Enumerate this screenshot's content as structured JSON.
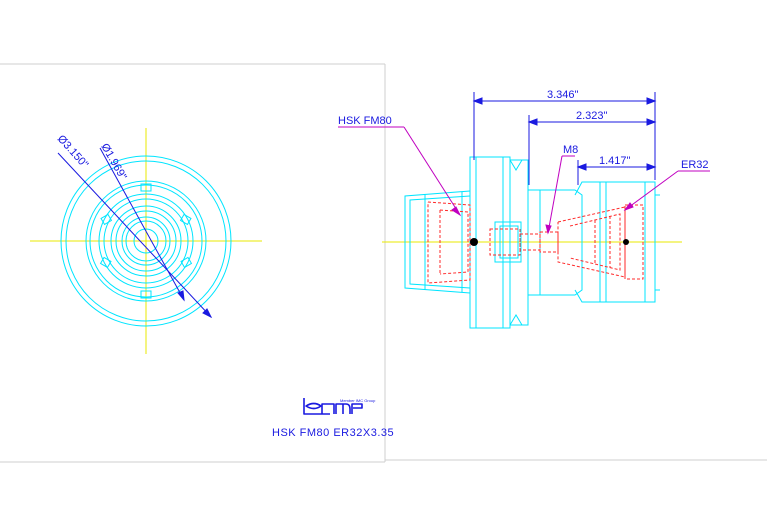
{
  "dimensions": {
    "front_outer_dia": "Ø3.150\"",
    "front_inner_dia": "Ø1.969\"",
    "overall_length": "3.346\"",
    "mid_length": "2.323\"",
    "nose_length": "1.417\""
  },
  "labels": {
    "hsk": "HSK  FM80",
    "m8": "M8",
    "er32": "ER32"
  },
  "title_block": {
    "logo_text": "iscar",
    "logo_sub": "Member IMC Group",
    "part_name": "HSK  FM80  ER32X3.35"
  },
  "colors": {
    "outline": "#00e5ff",
    "hidden": "#ff2a2a",
    "centerline": "#e8e800",
    "dimension": "#1a1ae0",
    "leader": "#c000c0",
    "sheet_border": "#cfcfcf"
  }
}
